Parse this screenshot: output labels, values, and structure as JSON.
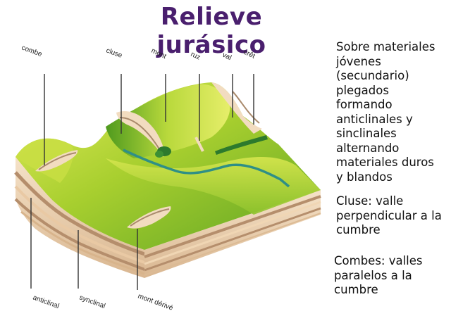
{
  "title": "Relieve jurásico",
  "description": {
    "lines": [
      "Sobre materiales",
      "jóvenes",
      "(secundario)",
      "plegados",
      "formando",
      "anticlinales y",
      "sinclinales",
      "alternando",
      "materiales duros",
      "y blandos"
    ]
  },
  "definitions": {
    "cluse": [
      "Cluse: valle",
      "perpendicular a la",
      "cumbre"
    ],
    "combes": [
      "Combes: valles",
      "paralelos a la",
      "cumbre"
    ]
  },
  "labels": {
    "combe": "combe",
    "cluse": "cluse",
    "mont": "mont",
    "ruz": "ruz",
    "val": "val",
    "cret": "crêt",
    "anticlinal": "anticlinal",
    "synclinal": "synclinal",
    "mont_derive": "mont dérivé"
  },
  "colors": {
    "title": "#4a1f6e",
    "grass_light": "#cfe24a",
    "grass_dark": "#4f9a1e",
    "river": "#2f8f86",
    "rock_light": "#f2dcc0",
    "rock_dark": "#a98a6c",
    "forest": "#2d7a2d"
  }
}
